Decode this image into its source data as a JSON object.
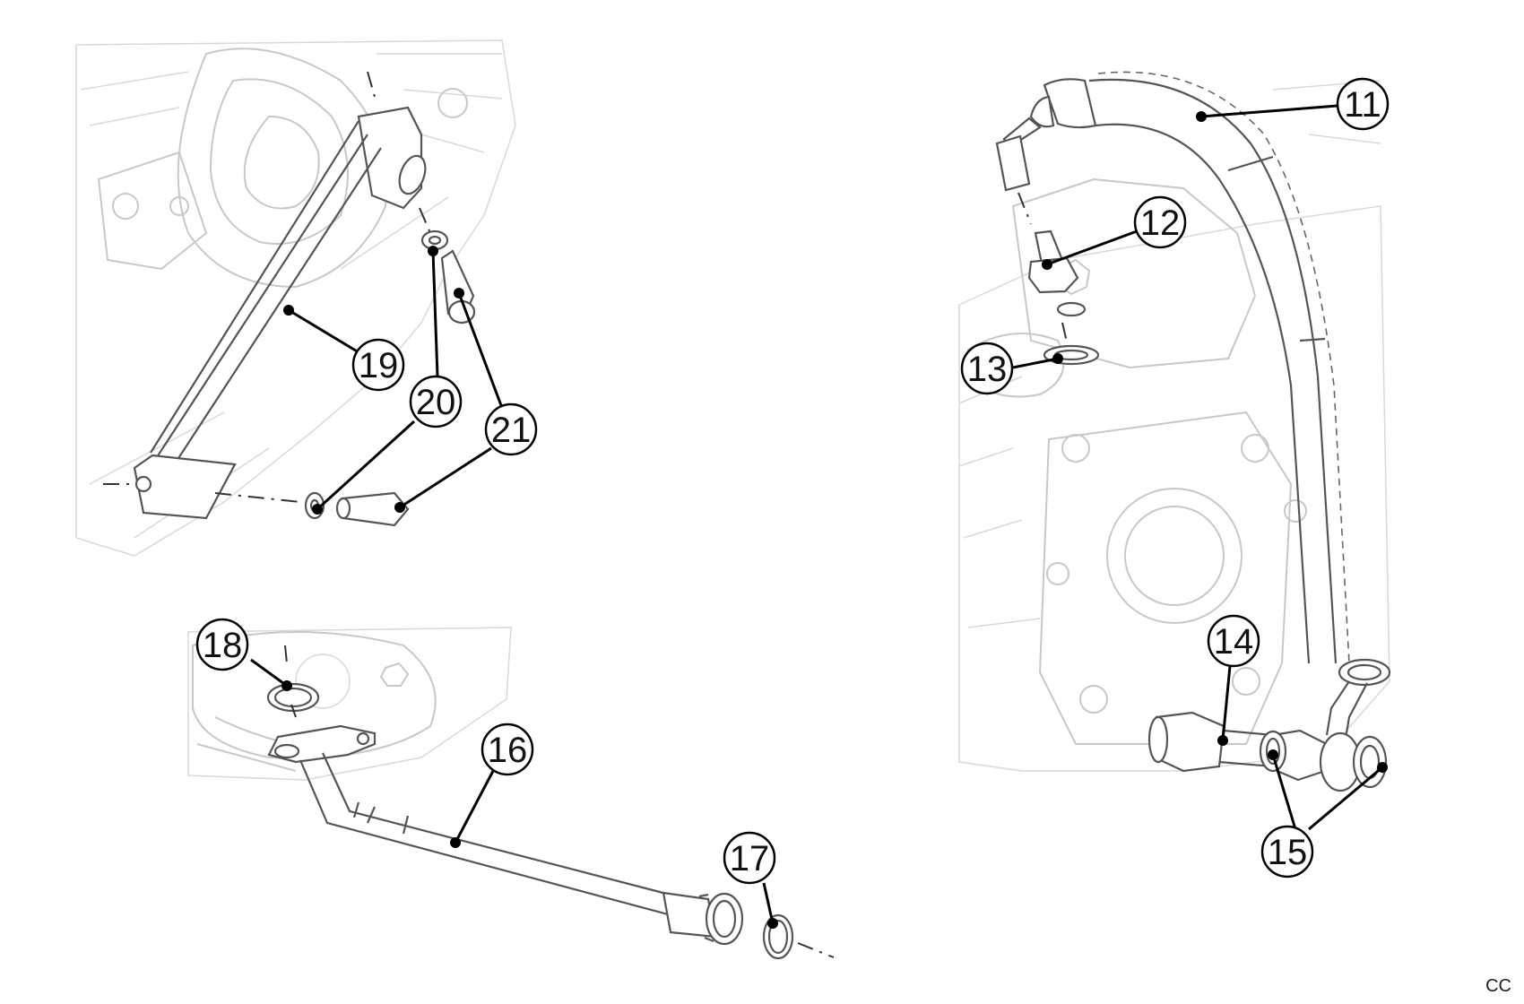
{
  "diagram": {
    "corner_code": "CC",
    "callouts": [
      {
        "id": "11",
        "label": "11"
      },
      {
        "id": "12",
        "label": "12"
      },
      {
        "id": "13",
        "label": "13"
      },
      {
        "id": "14",
        "label": "14"
      },
      {
        "id": "15",
        "label": "15"
      },
      {
        "id": "16",
        "label": "16"
      },
      {
        "id": "17",
        "label": "17"
      },
      {
        "id": "18",
        "label": "18"
      },
      {
        "id": "19",
        "label": "19"
      },
      {
        "id": "20",
        "label": "20"
      },
      {
        "id": "21",
        "label": "21"
      }
    ]
  }
}
